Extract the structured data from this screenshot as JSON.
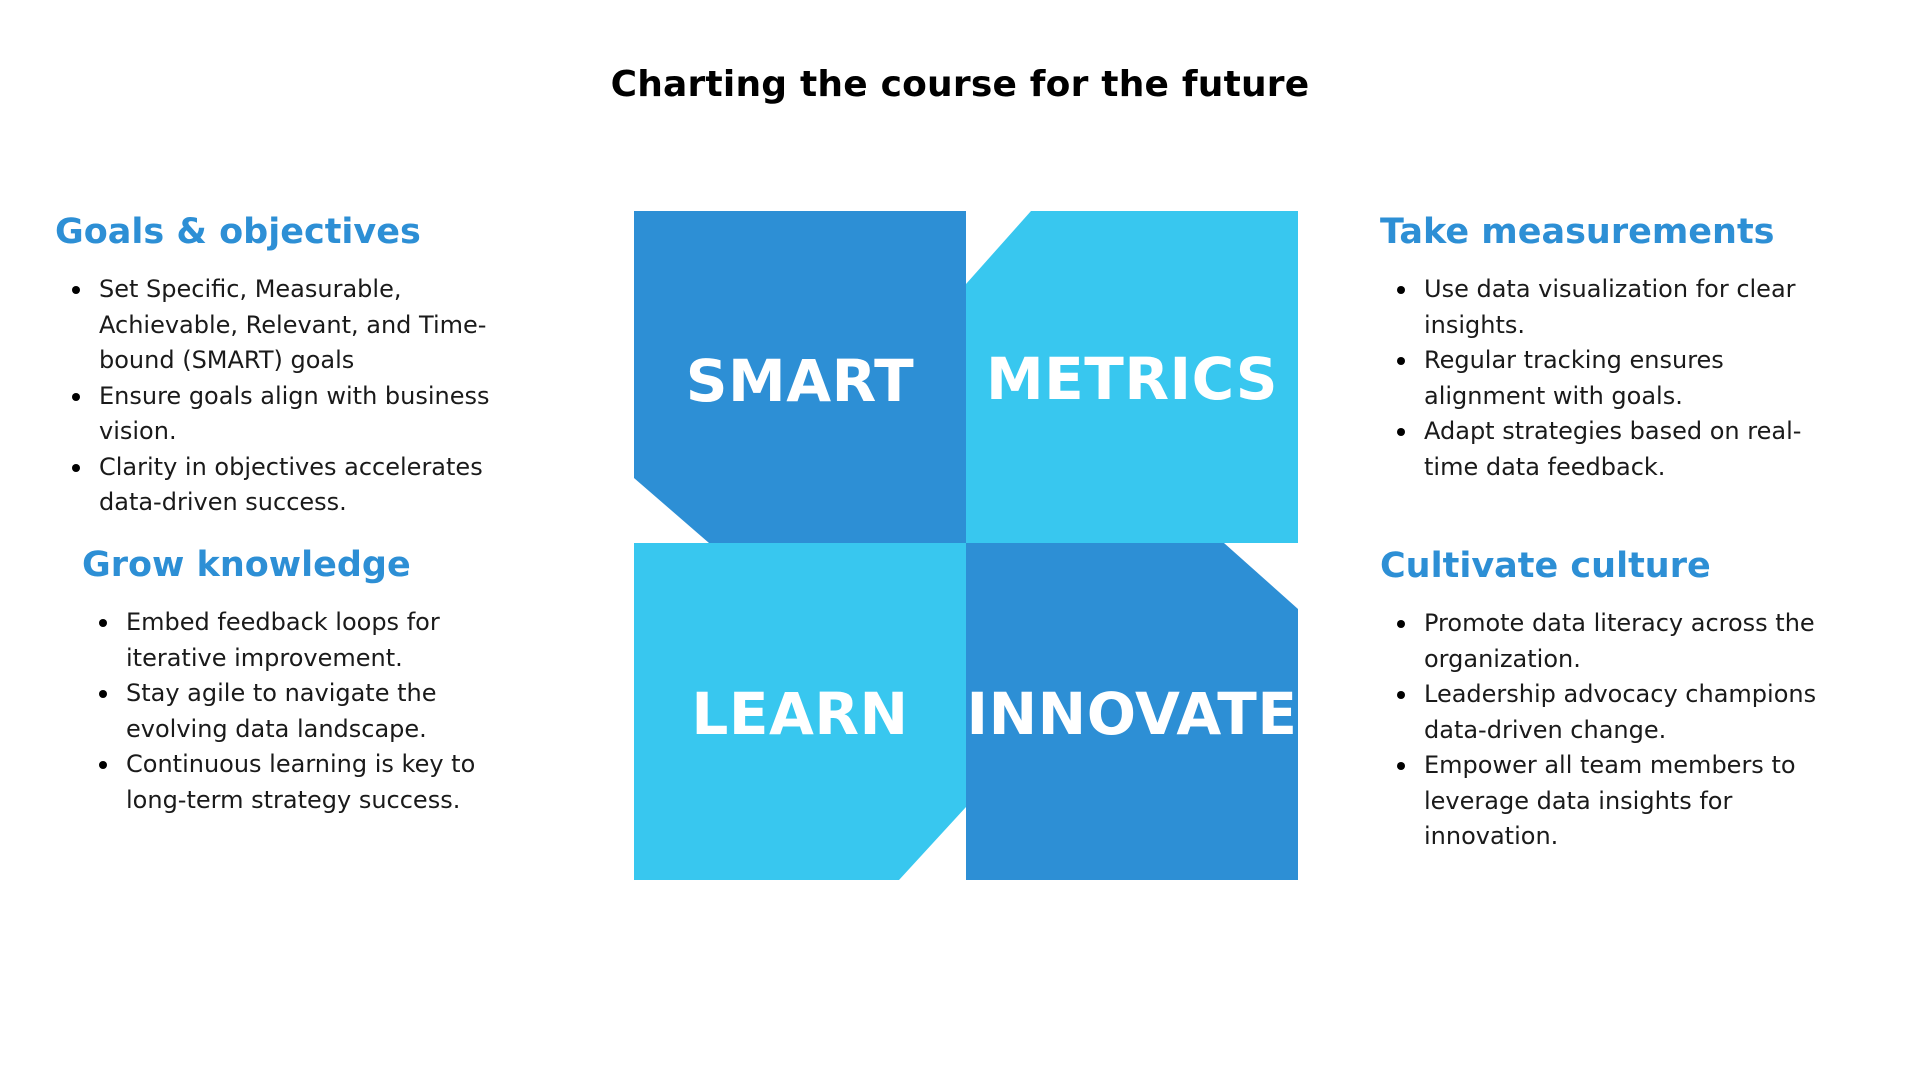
{
  "title": "Charting the course for the future",
  "colors": {
    "heading": "#2d8fd5",
    "dark_blue": "#2d8fd5",
    "light_blue": "#38c7ef",
    "text": "#1a1a1a"
  },
  "sections": {
    "goals": {
      "heading": "Goals & objectives",
      "items": [
        "Set Specific, Measurable, Achievable, Relevant, and Time-bound (SMART) goals",
        "Ensure goals align with business vision.",
        "Clarity in objectives accelerates data-driven success."
      ]
    },
    "grow": {
      "heading": "Grow knowledge",
      "items": [
        "Embed feedback loops for iterative improvement.",
        "Stay agile to navigate the evolving data landscape.",
        "Continuous learning is key to long-term strategy success."
      ]
    },
    "measure": {
      "heading": "Take measurements",
      "items": [
        "Use data visualization for clear insights.",
        "Regular tracking ensures alignment with goals.",
        "Adapt strategies based on real-time data feedback."
      ]
    },
    "culture": {
      "heading": "Cultivate culture",
      "items": [
        "Promote data literacy across the organization.",
        "Leadership advocacy champions data-driven change.",
        "Empower all team members to leverage data insights for innovation."
      ]
    }
  },
  "quadrants": {
    "smart": "SMART",
    "metrics": "METRICS",
    "learn": "LEARN",
    "innovate": "INNOVATE"
  }
}
